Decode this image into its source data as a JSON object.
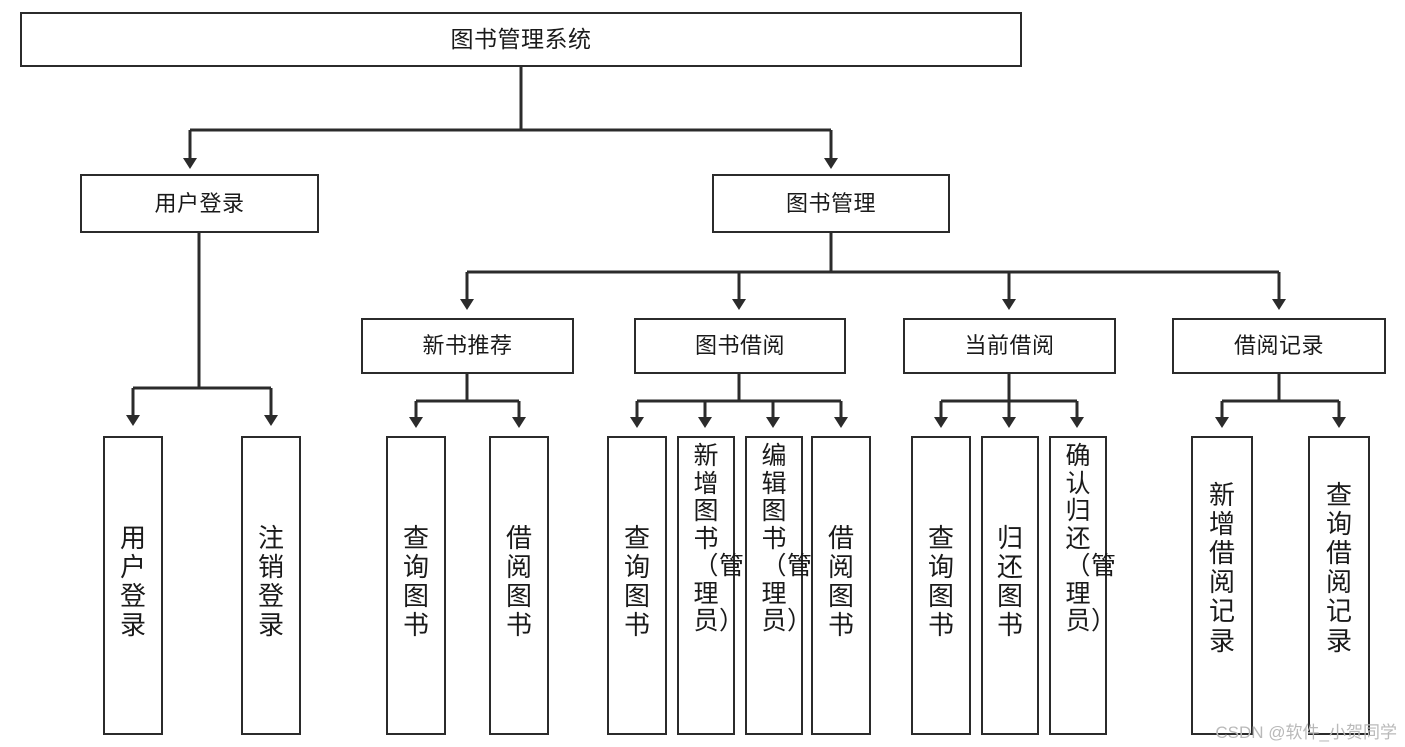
{
  "diagram": {
    "title": "图书管理系统",
    "type": "tree-hierarchy",
    "watermark": "CSDN @软件_小贺同学",
    "colors": {
      "background": "#ffffff",
      "box_border": "#2b2b2b",
      "box_fill": "#ffffff",
      "edge": "#2b2b2b",
      "text": "#1a1a1a",
      "watermark": "#b9b9b9"
    },
    "nodes": {
      "root": {
        "label": "图书管理系统",
        "level": 0
      },
      "user_login": {
        "label": "用户登录",
        "level": 1
      },
      "book_manage": {
        "label": "图书管理",
        "level": 1
      },
      "new_book_rec": {
        "label": "新书推荐",
        "level": 2
      },
      "book_borrow": {
        "label": "图书借阅",
        "level": 2
      },
      "current_borrow": {
        "label": "当前借阅",
        "level": 2
      },
      "borrow_record": {
        "label": "借阅记录",
        "level": 2
      },
      "leaf_user_login": {
        "label": "用户登录",
        "level": 2,
        "parent": "用户登录"
      },
      "leaf_logout": {
        "label": "注销登录",
        "level": 2,
        "parent": "用户登录"
      },
      "leaf_query_book_1": {
        "label": "查询图书",
        "level": 3,
        "parent": "新书推荐"
      },
      "leaf_borrow_book_1": {
        "label": "借阅图书",
        "level": 3,
        "parent": "新书推荐"
      },
      "leaf_query_book_2": {
        "label": "查询图书",
        "level": 3,
        "parent": "图书借阅"
      },
      "leaf_add_book": {
        "label": "新增图书（管理员）",
        "level": 3,
        "parent": "图书借阅"
      },
      "leaf_edit_book": {
        "label": "编辑图书（管理员）",
        "level": 3,
        "parent": "图书借阅"
      },
      "leaf_borrow_book_2": {
        "label": "借阅图书",
        "level": 3,
        "parent": "图书借阅"
      },
      "leaf_query_book_3": {
        "label": "查询图书",
        "level": 3,
        "parent": "当前借阅"
      },
      "leaf_return_book": {
        "label": "归还图书",
        "level": 3,
        "parent": "当前借阅"
      },
      "leaf_confirm_return": {
        "label": "确认归还（管理员）",
        "level": 3,
        "parent": "当前借阅"
      },
      "leaf_add_record": {
        "label": "新增借阅记录",
        "level": 3,
        "parent": "借阅记录"
      },
      "leaf_query_record": {
        "label": "查询借阅记录",
        "level": 3,
        "parent": "借阅记录"
      }
    }
  }
}
